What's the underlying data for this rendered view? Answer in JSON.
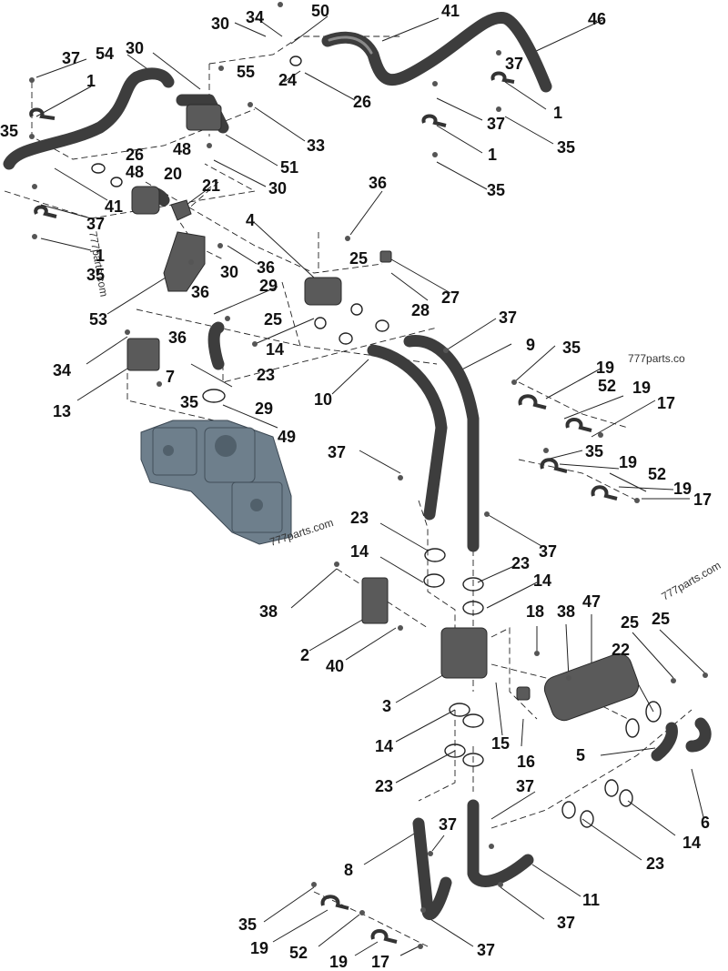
{
  "callouts": [
    {
      "n": "34"
    },
    {
      "n": "50"
    },
    {
      "n": "41"
    },
    {
      "n": "46"
    },
    {
      "n": "30"
    },
    {
      "n": "37"
    },
    {
      "n": "54"
    },
    {
      "n": "30"
    },
    {
      "n": "55"
    },
    {
      "n": "24"
    },
    {
      "n": "26"
    },
    {
      "n": "37"
    },
    {
      "n": "1"
    },
    {
      "n": "1"
    },
    {
      "n": "35"
    },
    {
      "n": "33"
    },
    {
      "n": "37"
    },
    {
      "n": "26"
    },
    {
      "n": "48"
    },
    {
      "n": "1"
    },
    {
      "n": "35"
    },
    {
      "n": "48"
    },
    {
      "n": "20"
    },
    {
      "n": "51"
    },
    {
      "n": "41"
    },
    {
      "n": "21"
    },
    {
      "n": "30"
    },
    {
      "n": "35"
    },
    {
      "n": "37"
    },
    {
      "n": "36"
    },
    {
      "n": "1"
    },
    {
      "n": "4"
    },
    {
      "n": "25"
    },
    {
      "n": "35"
    },
    {
      "n": "30"
    },
    {
      "n": "36"
    },
    {
      "n": "36"
    },
    {
      "n": "27"
    },
    {
      "n": "29"
    },
    {
      "n": "53"
    },
    {
      "n": "28"
    },
    {
      "n": "25"
    },
    {
      "n": "37"
    },
    {
      "n": "36"
    },
    {
      "n": "14"
    },
    {
      "n": "9"
    },
    {
      "n": "34"
    },
    {
      "n": "35"
    },
    {
      "n": "23"
    },
    {
      "n": "7"
    },
    {
      "n": "19"
    },
    {
      "n": "10"
    },
    {
      "n": "52"
    },
    {
      "n": "13"
    },
    {
      "n": "19"
    },
    {
      "n": "35"
    },
    {
      "n": "29"
    },
    {
      "n": "17"
    },
    {
      "n": "49"
    },
    {
      "n": "37"
    },
    {
      "n": "35"
    },
    {
      "n": "19"
    },
    {
      "n": "52"
    },
    {
      "n": "19"
    },
    {
      "n": "17"
    },
    {
      "n": "23"
    },
    {
      "n": "37"
    },
    {
      "n": "14"
    },
    {
      "n": "23"
    },
    {
      "n": "14"
    },
    {
      "n": "38"
    },
    {
      "n": "18"
    },
    {
      "n": "38"
    },
    {
      "n": "47"
    },
    {
      "n": "25"
    },
    {
      "n": "25"
    },
    {
      "n": "2"
    },
    {
      "n": "22"
    },
    {
      "n": "40"
    },
    {
      "n": "3"
    },
    {
      "n": "14"
    },
    {
      "n": "15"
    },
    {
      "n": "16"
    },
    {
      "n": "5"
    },
    {
      "n": "6"
    },
    {
      "n": "23"
    },
    {
      "n": "37"
    },
    {
      "n": "37"
    },
    {
      "n": "14"
    },
    {
      "n": "8"
    },
    {
      "n": "23"
    },
    {
      "n": "11"
    },
    {
      "n": "35"
    },
    {
      "n": "37"
    },
    {
      "n": "19"
    },
    {
      "n": "52"
    },
    {
      "n": "37"
    },
    {
      "n": "19"
    },
    {
      "n": "17"
    }
  ],
  "watermarks": [
    "777parts.com",
    "777parts.co",
    "777parts.com",
    "777parts.com"
  ],
  "colors": {
    "engine": "#6e7f8c",
    "pipe": "#3d3d3d",
    "ink": "#111111"
  }
}
